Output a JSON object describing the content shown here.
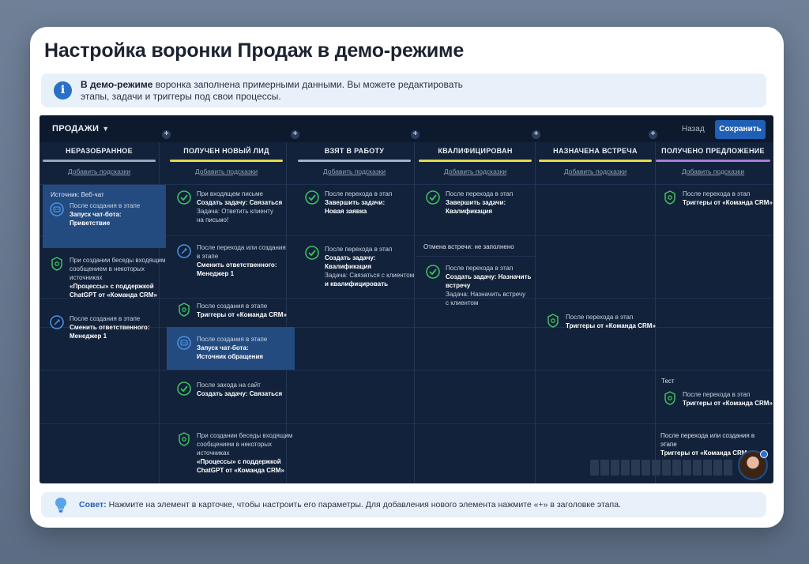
{
  "page": {
    "title": "Настройка воронки Продаж в демо-режиме"
  },
  "info": {
    "bold": "В демо-режиме",
    "text": " воронка заполнена примерными данными. Вы можете редактировать этапы, задачи и триггеры под свои процессы."
  },
  "crm": {
    "pipeline_name": "ПРОДАЖИ",
    "back_label": "Назад",
    "save_label": "Сохранить",
    "add_hint_label": "Добавить подсказки",
    "stages": [
      {
        "name": "НЕРАЗОБРАННОЕ",
        "color": "#9aa7b8"
      },
      {
        "name": "ПОЛУЧЕН НОВЫЙ ЛИД",
        "color": "#e5d84a"
      },
      {
        "name": "ВЗЯТ В РАБОТУ",
        "color": "#9fb2c9"
      },
      {
        "name": "КВАЛИФИЦИРОВАН",
        "color": "#e5d84a"
      },
      {
        "name": "НАЗНАЧЕНА ВСТРЕЧА",
        "color": "#e5d84a"
      },
      {
        "name": "ПОЛУЧЕНО ПРЕДЛОЖЕНИЕ",
        "color": "#b07ad8"
      }
    ],
    "col0": {
      "source": "Источник: Веб-чат",
      "i1": {
        "l1": "После создания в этапе",
        "l2": "Запуск чат-бота:",
        "l3": "Приветствие"
      },
      "i2": {
        "l1": "При создании беседы входящим",
        "l2": "сообщением в некоторых источниках",
        "l3": "«Процессы» с поддержкой",
        "l4": "ChatGPT от «Команда CRM»"
      },
      "i3": {
        "l1": "После создания в этапе",
        "l2": "Сменить ответственного:",
        "l3": "Менеджер 1"
      }
    },
    "col1": {
      "i1": {
        "l1": "При входящем письме",
        "l2": "Создать задачу: Связаться",
        "l3": "Задача: Ответить клиенту",
        "l4": "на письмо!"
      },
      "i2": {
        "l1": "После перехода или создания",
        "l2": "в этапе",
        "l3": "Сменить ответственного:",
        "l4": "Менеджер 1"
      },
      "i3": {
        "l1": "После создания в этапе",
        "l2": "Триггеры от «Команда CRM»"
      },
      "i4": {
        "l1": "После создания в этапе",
        "l2": "Запуск чат-бота:",
        "l3": "Источник обращения"
      },
      "i5": {
        "l1": "После захода на сайт",
        "l2": "Создать задачу: Связаться"
      },
      "i6": {
        "l1": "При создании беседы входящим",
        "l2": "сообщением в некоторых источниках",
        "l3": "«Процессы» с поддержкой",
        "l4": "ChatGPT от «Команда CRM»"
      }
    },
    "col2": {
      "i1": {
        "l1": "После перехода в этап",
        "l2": "Завершить задачи:",
        "l3": "Новая заявка"
      },
      "i2": {
        "l1": "После перехода в этап",
        "l2": "Создать задачу: Квалификация",
        "l3": "Задача: Связаться с клиентом",
        "l4": "и квалифицировать"
      }
    },
    "col3": {
      "i1": {
        "l1": "После перехода в этап",
        "l2": "Завершить задачи:",
        "l3": "Квалификация"
      },
      "note": "Отмена встречи: не заполнено",
      "i2": {
        "l1": "После перехода в этап",
        "l2": "Создать задачу: Назначить встречу",
        "l3": "Задача: Назначить встречу",
        "l4": "с клиентом"
      }
    },
    "col4": {
      "i1": {
        "l1": "После перехода в этап",
        "l2": "Триггеры от «Команда CRM»"
      }
    },
    "col5": {
      "i1": {
        "l1": "После перехода в этап",
        "l2": "Триггеры от «Команда CRM»"
      },
      "test": "Тест",
      "i2": {
        "l1": "После перехода в этап",
        "l2": "Триггеры от «Команда CRM»"
      },
      "i3": {
        "l1": "После перехода или создания в этапе",
        "l2": "Триггеры от «Команда CRM»"
      }
    }
  },
  "tip": {
    "bold": "Совет:",
    "text": " Нажмите на элемент в карточке, чтобы настроить его параметры. Для добавления нового элемента нажмите «+» в заголовке этапа."
  },
  "colors": {
    "accent": "#1f5fb5",
    "board": "#12223a",
    "highlight": "#234b80",
    "check_green": "#3fbf62",
    "bot_blue": "#4c8fe0"
  }
}
